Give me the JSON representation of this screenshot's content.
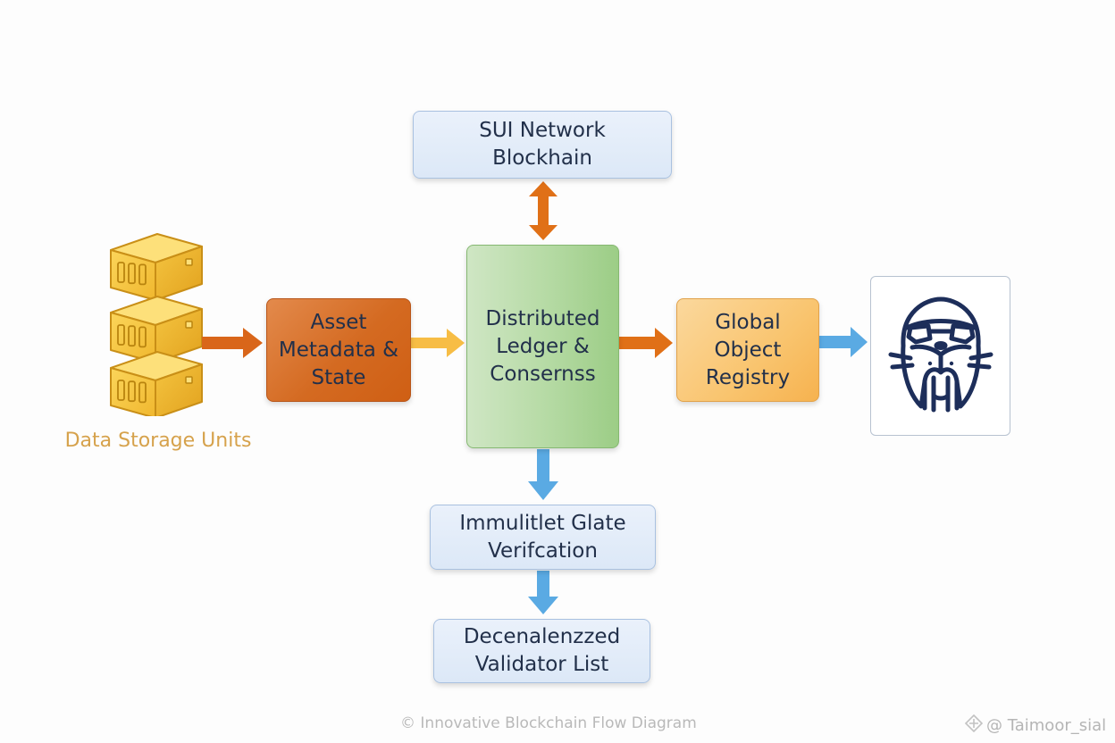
{
  "diagram": {
    "nodes": {
      "storage": {
        "label": "Data Storage Units",
        "icon": "server-stack-icon"
      },
      "asset": {
        "label": "Asset\nMetadata &\nState"
      },
      "sui": {
        "label": "SUI Network\nBlockhain"
      },
      "ledger": {
        "label": "Distributed\nLedger &\nConsernss"
      },
      "registry": {
        "label": "Global\nObject\nRegistry"
      },
      "walrus": {
        "icon": "walrus-mascot-icon"
      },
      "verification": {
        "label": "Immulitlet Glate\nVerifcation"
      },
      "validator": {
        "label": "Decenalenzzed\nValidator List"
      }
    },
    "edges": [
      {
        "from": "storage",
        "to": "asset",
        "style": "arrow",
        "color": "#d9661a"
      },
      {
        "from": "asset",
        "to": "ledger",
        "style": "arrow",
        "color": "#f7bd45"
      },
      {
        "from": "ledger",
        "to": "sui",
        "style": "bidirectional",
        "color": "#e07017"
      },
      {
        "from": "ledger",
        "to": "registry",
        "style": "arrow",
        "color": "#e07017"
      },
      {
        "from": "registry",
        "to": "walrus",
        "style": "arrow",
        "color": "#5aaae3"
      },
      {
        "from": "ledger",
        "to": "verification",
        "style": "arrow",
        "color": "#5aaae3"
      },
      {
        "from": "verification",
        "to": "validator",
        "style": "arrow",
        "color": "#5aaae3"
      }
    ]
  },
  "footer": {
    "caption": "© Innovative Blockchain Flow Diagram",
    "watermark": "@ Taimoor_sial",
    "watermark_icon": "diamond-logo-icon"
  }
}
